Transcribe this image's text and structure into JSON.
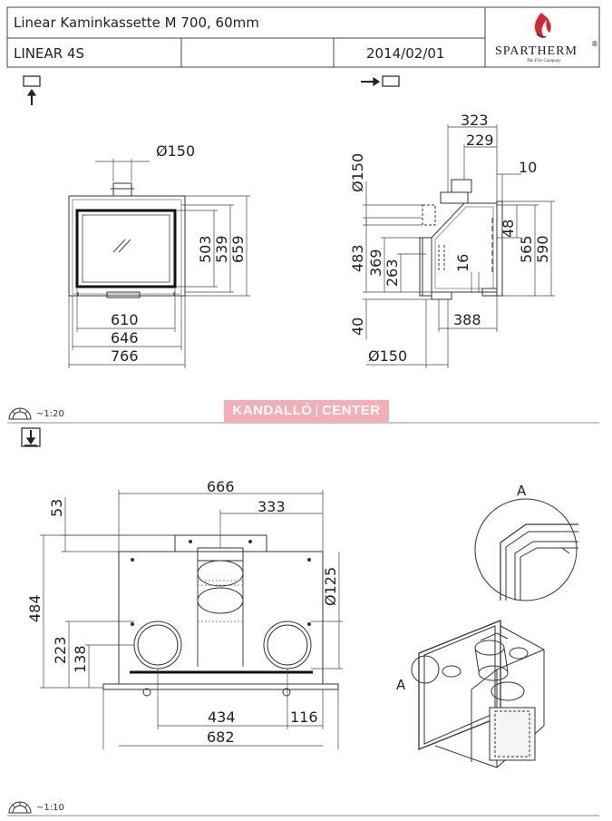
{
  "title_block": {
    "product_title": "Linear Kaminkassette M 700, 60mm",
    "model": "LINEAR 4S",
    "date": "2014/02/01",
    "brand": "SPARTHERM",
    "brand_tagline": "The Fire Company",
    "brand_mark": "®"
  },
  "views": {
    "front_view_icon": "front-view-icon",
    "side_view_icon": "side-view-icon",
    "top_view_icon": "top-view-icon"
  },
  "front_view_dims": {
    "flue_dia": "Ø150",
    "h503": "503",
    "h539": "539",
    "h659": "659",
    "w610": "610",
    "w646": "646",
    "w766": "766"
  },
  "side_view_dims": {
    "d323": "323",
    "d229": "229",
    "d10": "10",
    "flue_dia_top": "Ø150",
    "h483": "483",
    "h369": "369",
    "h263": "263",
    "d16": "16",
    "h48": "48",
    "h565": "565",
    "h590": "590",
    "h40": "40",
    "d388": "388",
    "flue_dia_bottom": "Ø150"
  },
  "scale_1": "~1:20",
  "watermark": {
    "left": "KANDALLÓ",
    "right": "CENTER"
  },
  "top_view_dims": {
    "w666": "666",
    "w333": "333",
    "h53": "53",
    "h484": "484",
    "h223": "223",
    "h138": "138",
    "dia125": "Ø125",
    "w434": "434",
    "w116": "116",
    "w682": "682"
  },
  "detail_label": "A",
  "iso_label": "A",
  "scale_2": "~1:10"
}
